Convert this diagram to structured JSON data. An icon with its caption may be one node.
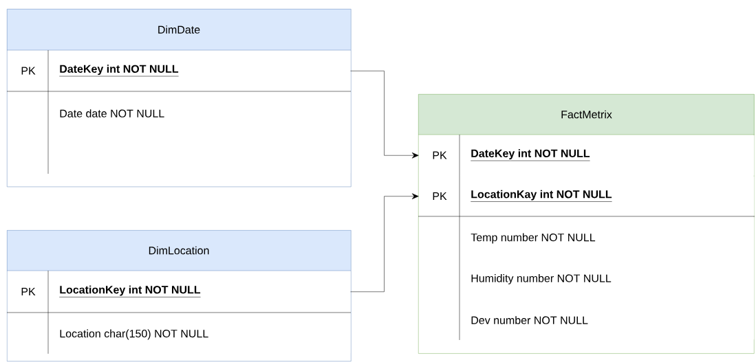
{
  "diagram": {
    "nodes": [
      {
        "text": [
          "DimDate"
        ]
      },
      {
        "text": [
          "PK",
          "DateKey int NOT NULL"
        ],
        "in": 0
      },
      {
        "text": [
          "Date date NOT NULL"
        ],
        "in": 0
      },
      {
        "text": [
          "DimLocation"
        ]
      },
      {
        "text": [
          "PK",
          "LocationKey int NOT NULL"
        ],
        "in": 3
      },
      {
        "text": [
          "Location char(150) NOT NULL"
        ],
        "in": 3
      },
      {
        "text": [
          "FactMetrix"
        ]
      },
      {
        "text": [
          "PK",
          "DateKey int NOT NULL"
        ],
        "in": 6
      },
      {
        "text": [
          "PK",
          "LocationKay int NOT NULL"
        ],
        "in": 6
      },
      {
        "text": [
          "Temp number NOT NULL",
          "Humidity number NOT NULL",
          "Dev number NOT NULL"
        ],
        "in": 6
      }
    ],
    "edges": [
      {
        "from": 1,
        "to": 7,
        "arrow": "to"
      },
      {
        "from": 4,
        "to": 8,
        "arrow": "to"
      }
    ]
  }
}
